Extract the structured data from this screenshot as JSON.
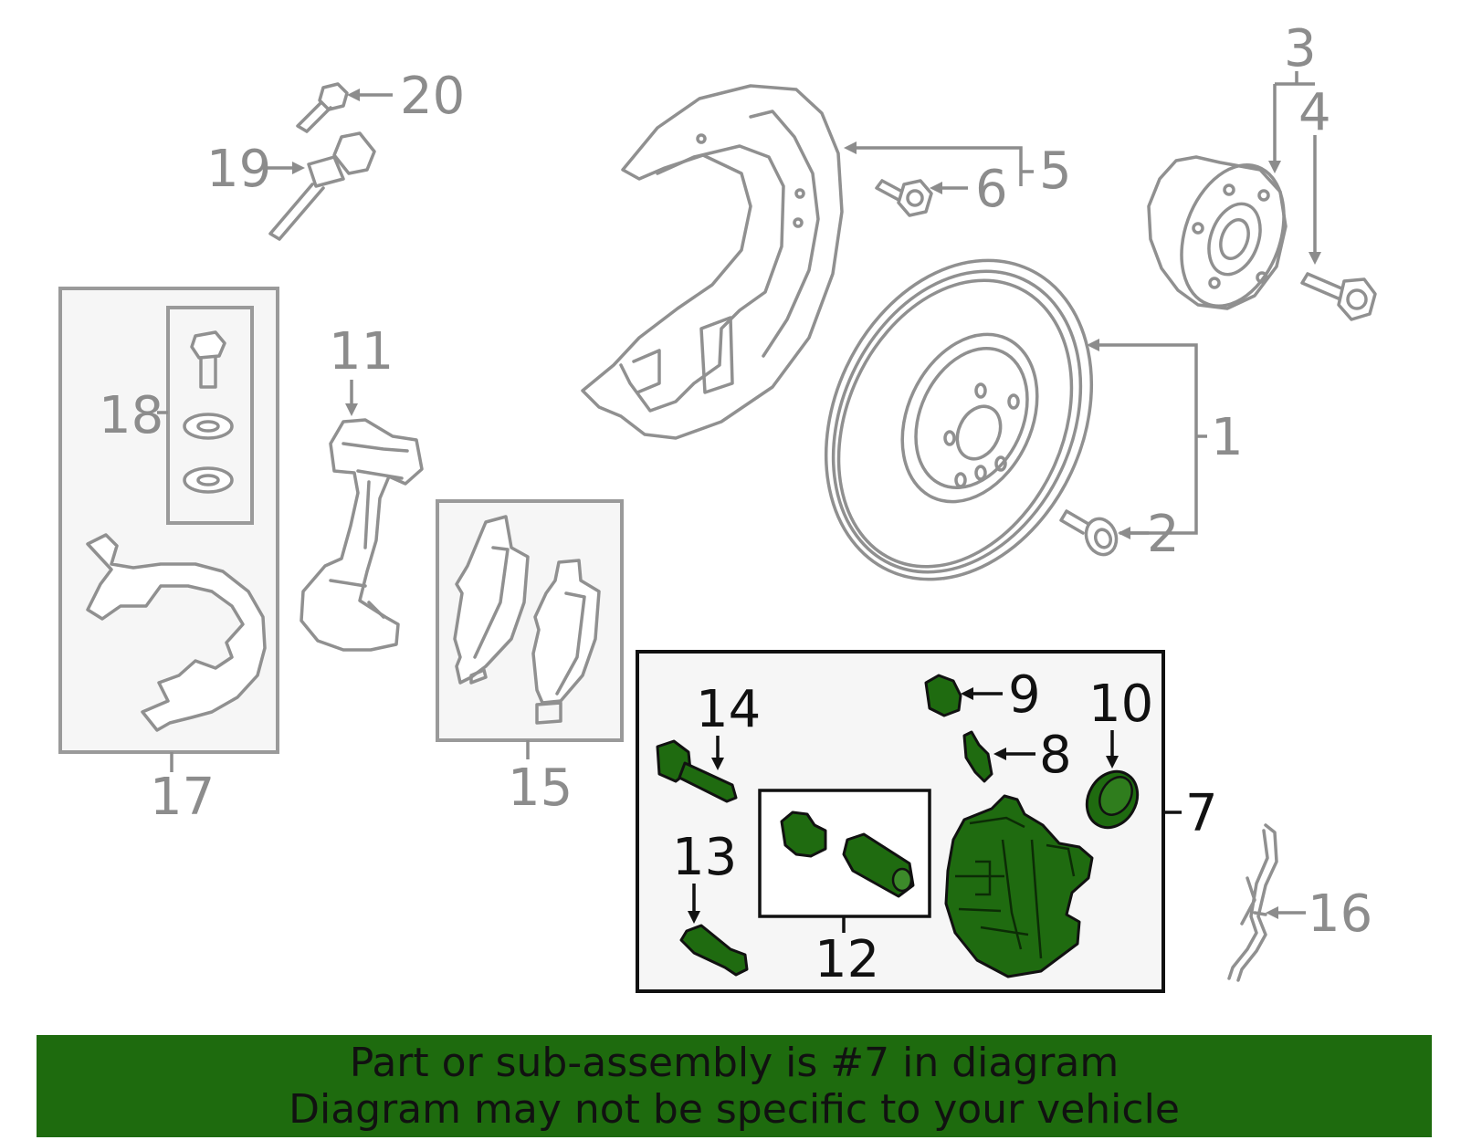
{
  "callouts": {
    "c1": "1",
    "c2": "2",
    "c3": "3",
    "c4": "4",
    "c5": "5",
    "c6": "6",
    "c7": "7",
    "c8": "8",
    "c9": "9",
    "c10": "10",
    "c11": "11",
    "c12": "12",
    "c13": "13",
    "c14": "14",
    "c15": "15",
    "c16": "16",
    "c17": "17",
    "c18": "18",
    "c19": "19",
    "c20": "20"
  },
  "banner": {
    "line1": "Part or sub-assembly is #7 in diagram",
    "line2": "Diagram may not be specific to your vehicle"
  },
  "colors": {
    "highlight_green": "#1e6b0e",
    "line_gray": "#909090",
    "callout_gray": "#8c8c8c"
  }
}
